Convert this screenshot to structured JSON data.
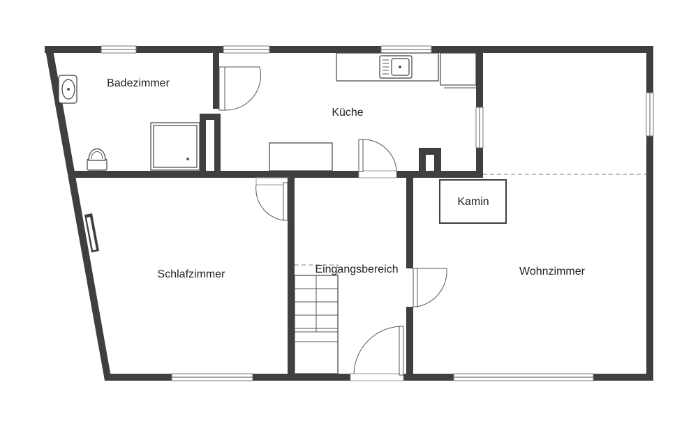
{
  "floorplan": {
    "rooms": {
      "badezimmer": "Badezimmer",
      "kueche": "Küche",
      "schlafzimmer": "Schlafzimmer",
      "eingangsbereich": "Eingangsbereich",
      "wohnzimmer": "Wohnzimmer",
      "kamin": "Kamin"
    }
  },
  "colors": {
    "wall": "#3f3f3f",
    "background": "#ffffff"
  }
}
